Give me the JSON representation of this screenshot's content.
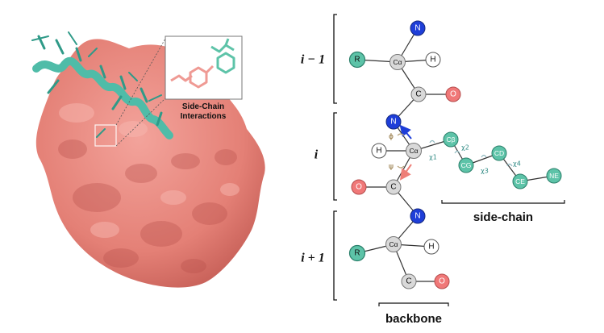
{
  "protein_panel": {
    "inset_title_line1": "Side-Chain",
    "inset_title_line2": "Interactions"
  },
  "rows": [
    {
      "key": "prev",
      "label": "i − 1"
    },
    {
      "key": "cur",
      "label": "i"
    },
    {
      "key": "next",
      "label": "i + 1"
    }
  ],
  "atoms": {
    "prev": {
      "N": "N",
      "R": "R",
      "CA": "Cα",
      "H": "H",
      "C": "C",
      "O": "O"
    },
    "cur": {
      "N": "N",
      "H": "H",
      "CA": "Cα",
      "O": "O",
      "C": "C",
      "CB": "Cβ",
      "CG": "CG",
      "CD": "CD",
      "CE": "CE",
      "NE": "NE"
    },
    "next": {
      "N": "N",
      "R": "R",
      "CA": "Cα",
      "H": "H",
      "C": "C",
      "O": "O"
    }
  },
  "angles": {
    "phi": "ϕ",
    "psi": "ψ"
  },
  "chi": {
    "chi1": "χ1",
    "chi2": "χ2",
    "chi3": "χ3",
    "chi4": "χ4"
  },
  "captions": {
    "side_chain": "side-chain",
    "backbone": "backbone"
  },
  "colors": {
    "protein_surface": "#e98b82",
    "helix": "#5cc4b0",
    "nitrogen": "#1e3ed8",
    "oxygen": "#f07878",
    "side_chain_atom": "#5dc3a8",
    "carbon": "#d9d9d9",
    "hydrogen": "#ffffff"
  }
}
